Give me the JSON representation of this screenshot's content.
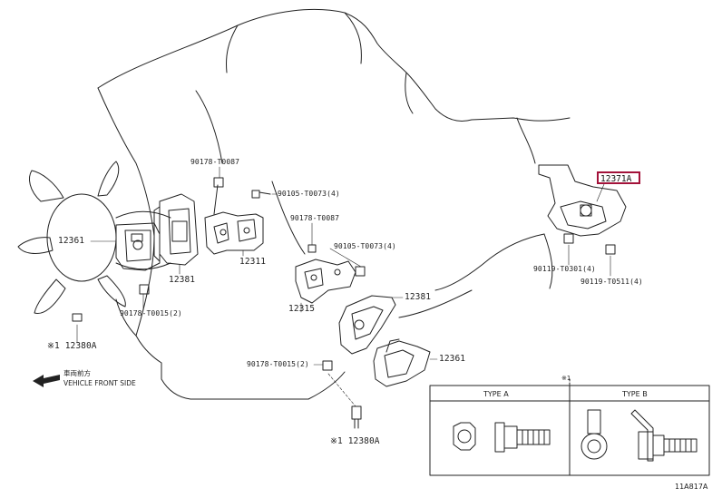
{
  "parts": {
    "p12371A": "12371A",
    "p90119_T0301": "90119-T0301(4)",
    "p90119_T0511": "90119-T0511(4)",
    "p90178_T0087_a": "90178-T0087",
    "p90105_T0073_a": "90105-T0073(4)",
    "p12361_left": "12361",
    "p12381_left": "12381",
    "p12311": "12311",
    "p90178_T0015_a": "90178-T0015(2)",
    "p12380A_left": "※1 12380A",
    "p90178_T0087_b": "90178-T0087",
    "p90105_T0073_b": "90105-T0073(4)",
    "p12315": "12315",
    "p12381_right": "12381",
    "p12361_right": "12361",
    "p90178_T0015_b": "90178-T0015(2)",
    "p12380A_right": "※1 12380A"
  },
  "front": {
    "jp": "車両前方",
    "en": "VEHICLE FRONT SIDE"
  },
  "legend": {
    "note": "※1",
    "type_a": "TYPE A",
    "type_b": "TYPE B"
  },
  "figure_id": "11A817A"
}
